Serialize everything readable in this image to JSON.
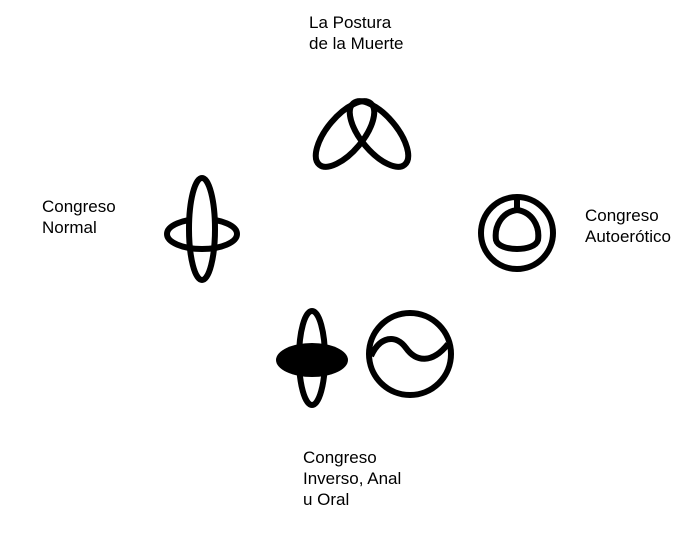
{
  "labels": {
    "death_posture": [
      "La Postura",
      "de la Muerte"
    ],
    "normal_congress": [
      "Congreso",
      "Normal"
    ],
    "autoerotic_congress": [
      "Congreso",
      "Autoerótico"
    ],
    "inverse_congress": [
      "Congreso",
      "Inverso, Anal",
      "u Oral"
    ]
  },
  "colors": {
    "ink": "#000000",
    "background": "#ffffff"
  }
}
